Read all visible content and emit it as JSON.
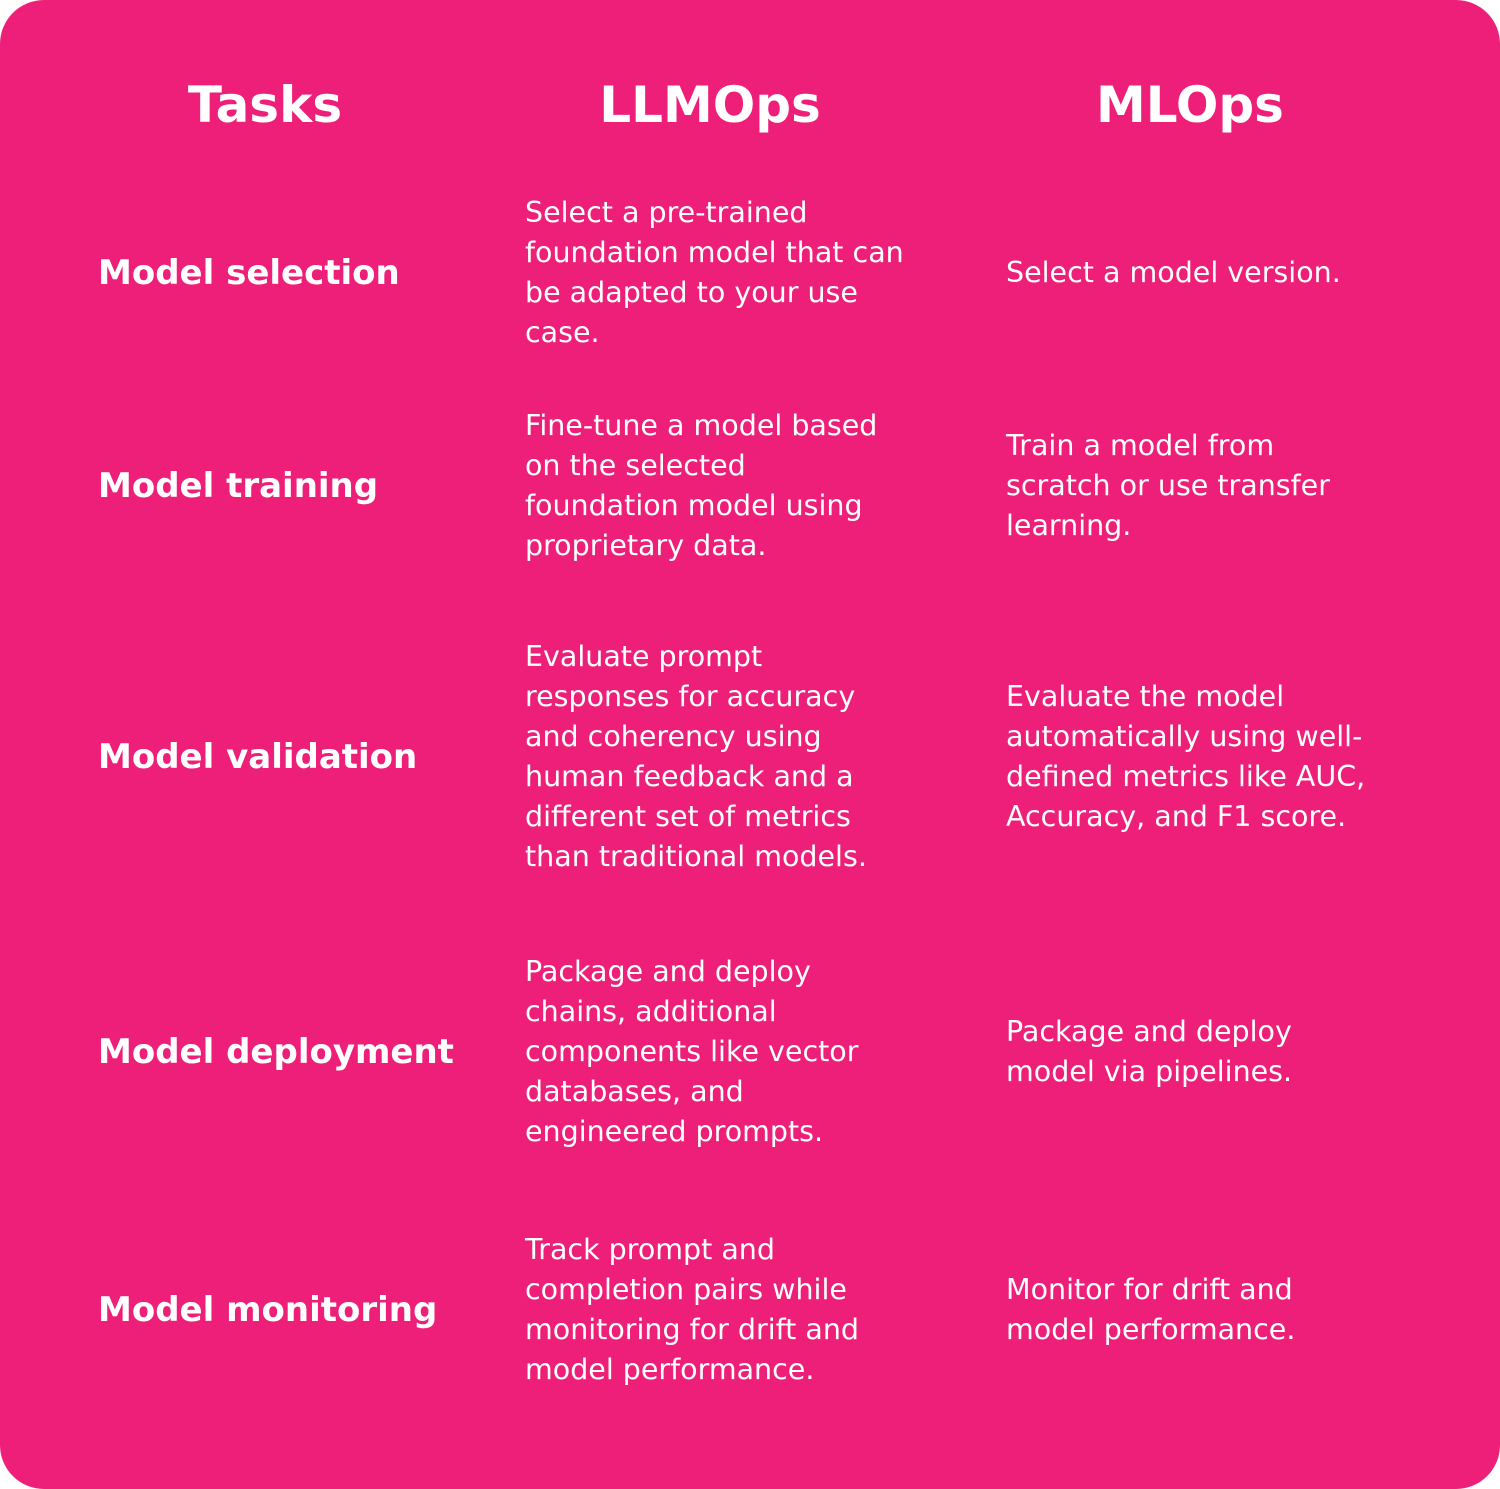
{
  "header": {
    "tasks": "Tasks",
    "llmops": "LLMOps",
    "mlops": "MLOps"
  },
  "rows": [
    {
      "task": "Model selection",
      "llmops": "Select a pre-trained foundation model that can be adapted to your use case.",
      "mlops": "Select a model version."
    },
    {
      "task": "Model training",
      "llmops": "Fine-tune a model based on the selected foundation model using proprietary data.",
      "mlops": "Train a model from scratch or use transfer learning."
    },
    {
      "task": "Model validation",
      "llmops": "Evaluate prompt responses for accuracy and coherency using human feedback and a different set of metrics than traditional models.",
      "mlops": "Evaluate the model automatically using well-defined metrics like AUC, Accuracy, and F1 score."
    },
    {
      "task": "Model deployment",
      "llmops": "Package and deploy chains, additional components like vector databases, and engineered prompts.",
      "mlops": "Package and deploy model via pipelines."
    },
    {
      "task": "Model monitoring",
      "llmops": "Track prompt and completion pairs while monitoring for drift and model performance.",
      "mlops": "Monitor for drift and model performance."
    }
  ],
  "colors": {
    "background": "#ed1f79",
    "text": "#ffffff"
  }
}
